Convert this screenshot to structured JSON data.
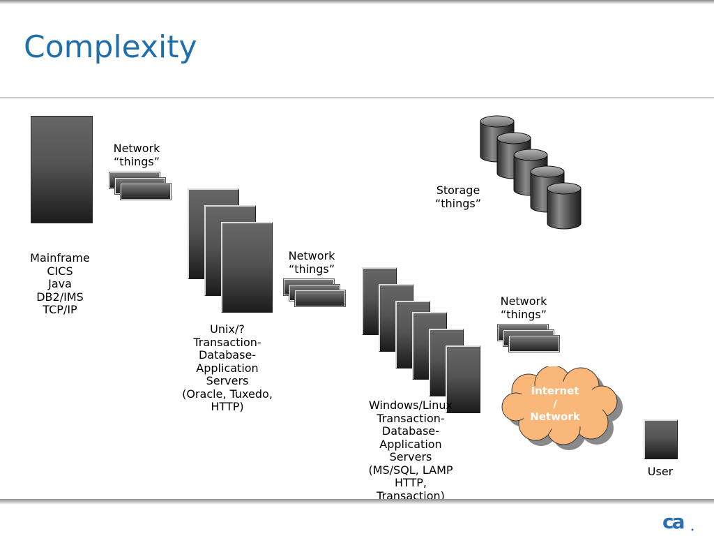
{
  "slide": {
    "title": "Complexity"
  },
  "labels": {
    "network1": "Network\n“things”",
    "mainframe": "Mainframe\nCICS\nJava\nDB2/IMS\nTCP/IP",
    "network2": "Network\n“things”",
    "unix": "Unix/?\nTransaction-\nDatabase-\nApplication\nServers\n(Oracle, Tuxedo,\nHTTP)",
    "storage": "Storage\n“things”",
    "network3": "Network\n“things”",
    "windows": "Windows/Linux\nTransaction-\nDatabase-\nApplication\nServers\n(MS/SQL, LAMP\nHTTP,\nTransaction)",
    "internet": "Internet\n/\nNetwork",
    "user": "User"
  },
  "logo": {
    "text": "ca"
  },
  "colors": {
    "title": "#1f6fad",
    "cloud_fill": "#f9b77a",
    "cloud_text": "#ffffff",
    "server_top": "#666666",
    "server_bottom": "#1c1c1c"
  }
}
